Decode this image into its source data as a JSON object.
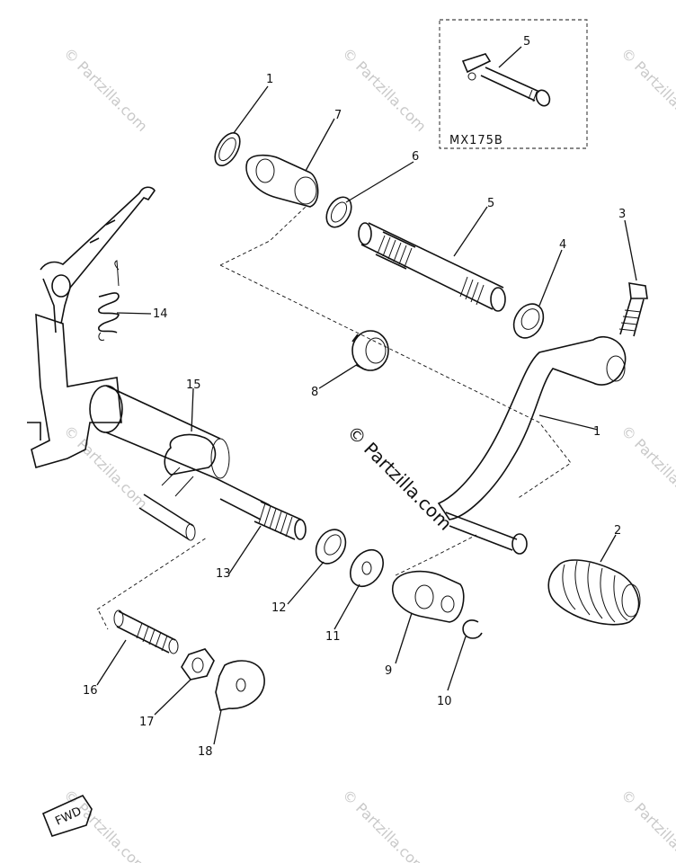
{
  "inset": {
    "model_label": "MX175B",
    "part_number": "5"
  },
  "watermark": {
    "center": "© Partzilla.com",
    "repeat": "© Partzilla.com"
  },
  "forward_marker": "FWD",
  "callouts": [
    "1",
    "2",
    "3",
    "4",
    "5",
    "6",
    "6",
    "7",
    "8",
    "9",
    "10",
    "11",
    "12",
    "13",
    "14",
    "15",
    "16",
    "17",
    "18"
  ]
}
